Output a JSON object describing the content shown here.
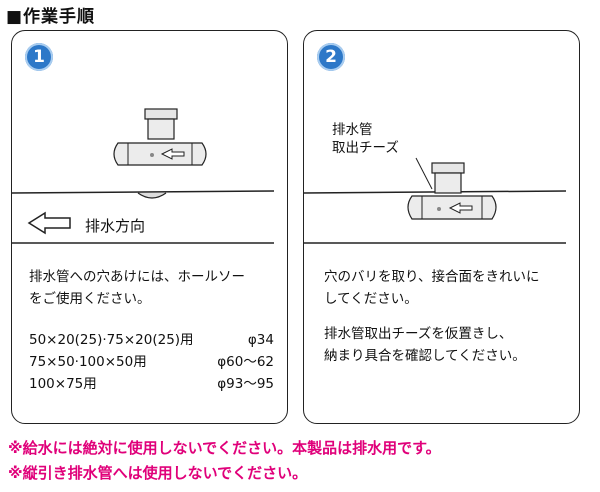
{
  "header": {
    "title": "■作業手順"
  },
  "step1": {
    "number": "1",
    "direction_label": "排水方向",
    "text": "排水管への穴あけには、ホールソー\nをご使用ください。",
    "sizes": [
      {
        "size": "50×20(25)·75×20(25)用",
        "dia": "φ34"
      },
      {
        "size": "75×50·100×50用",
        "dia": "φ60〜62"
      },
      {
        "size": "100×75用",
        "dia": "φ93〜95"
      }
    ]
  },
  "step2": {
    "number": "2",
    "tee_label": "排水管\n取出チーズ",
    "text1": "穴のバリを取り、接合面をきれいに\nしてください。",
    "text2": "排水管取出チーズを仮置きし、\n納まり具合を確認してください。"
  },
  "notes": [
    "※給水には絶対に使用しないでください。本製品は排水用です。",
    "※縦引き排水管へは使用しないでください。"
  ],
  "colors": {
    "badge": "#2d78c8",
    "note": "#e0007a"
  }
}
